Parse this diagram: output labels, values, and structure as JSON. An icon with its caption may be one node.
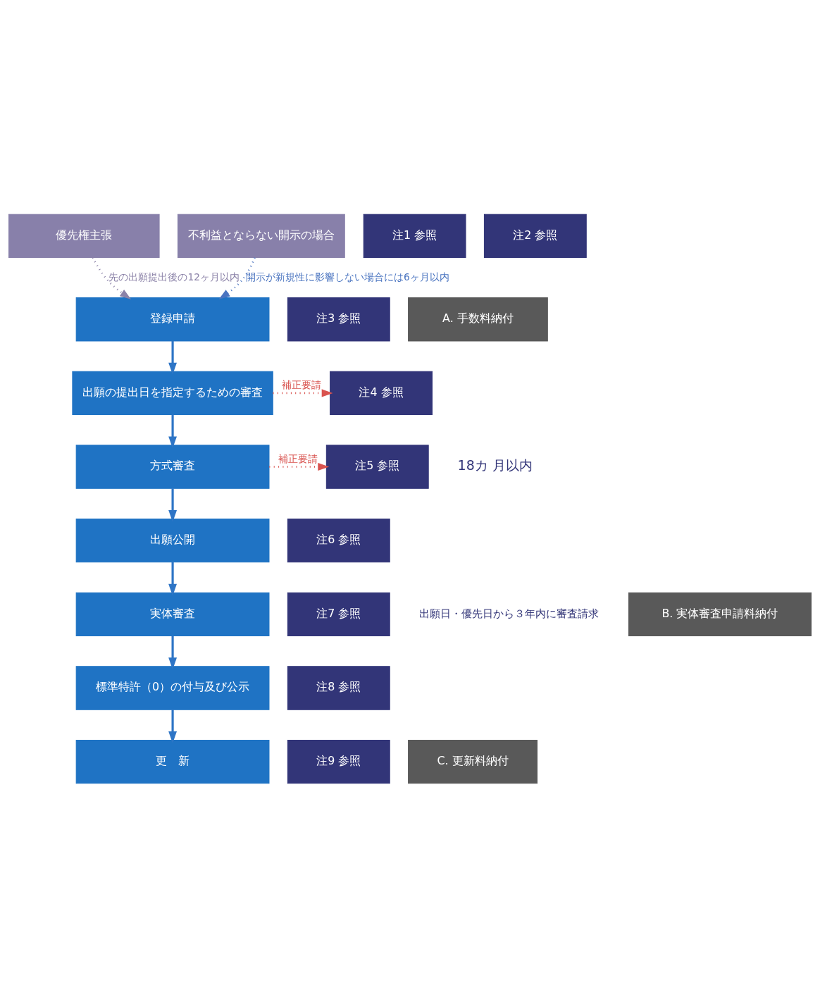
{
  "diagram": {
    "nodes": [
      {
        "text": [
          "優先権主張"
        ]
      },
      {
        "text": [
          "注1 参照"
        ]
      },
      {
        "text": [
          "不利益とならない開示の場合"
        ]
      },
      {
        "text": [
          "注2 参照"
        ]
      },
      {
        "text": [
          "登録申請"
        ]
      },
      {
        "text": [
          "注3 参照"
        ]
      },
      {
        "text": [
          "A. 手数料納付"
        ]
      },
      {
        "text": [
          "出願の提出日を指定するための審査"
        ]
      },
      {
        "text": [
          "注4 参照"
        ]
      },
      {
        "text": [
          "方式審査"
        ]
      },
      {
        "text": [
          "注5 参照"
        ]
      },
      {
        "text": [
          "出願公開"
        ]
      },
      {
        "text": [
          "注6 参照"
        ]
      },
      {
        "text": [
          "実体審査"
        ]
      },
      {
        "text": [
          "注7 参照"
        ],
        "beside": [
          "出願日・優先日から３年内に審査請求"
        ]
      },
      {
        "text": [
          "B. 実体審査申請料納付"
        ]
      },
      {
        "text": [
          "標準特許（0）の付与及び公示"
        ]
      },
      {
        "text": [
          "注8 参照"
        ]
      },
      {
        "text": [
          "更　新"
        ]
      },
      {
        "text": [
          "注9 参照"
        ]
      },
      {
        "text": [
          "C. 更新料納付"
        ]
      }
    ],
    "edges": [
      {
        "from": 0,
        "to": 4,
        "arrow": "to",
        "label": "先の出願提出後の12ヶ月以内",
        "style": "dashed",
        "color": "#8b82a8"
      },
      {
        "from": 2,
        "to": 4,
        "arrow": "to",
        "label": "開示が新規性に影響しない場合には6ヶ月以内",
        "style": "dashed",
        "color": "#4a74c0"
      },
      {
        "from": 4,
        "to": 7,
        "arrow": "to"
      },
      {
        "from": 7,
        "to": 8,
        "arrow": "to",
        "label": "補正要請",
        "style": "dashed",
        "color": "#d9534f"
      },
      {
        "from": 7,
        "to": 9,
        "arrow": "to"
      },
      {
        "from": 9,
        "to": 10,
        "arrow": "to",
        "label": "補正要請",
        "style": "dashed",
        "color": "#d9534f"
      },
      {
        "from": 9,
        "to": 11,
        "arrow": "to"
      },
      {
        "from": 11,
        "to": 13,
        "arrow": "to"
      },
      {
        "from": 13,
        "to": 16,
        "arrow": "to"
      },
      {
        "from": 16,
        "to": 18,
        "arrow": "to"
      }
    ],
    "labels": [
      "18カ 月以内"
    ]
  }
}
